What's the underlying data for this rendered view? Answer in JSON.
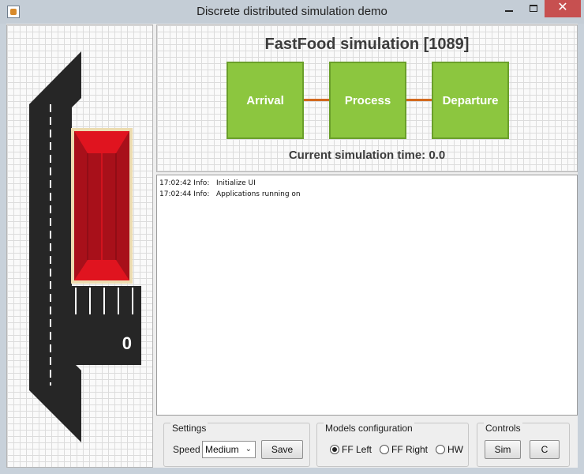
{
  "window": {
    "title": "Discrete distributed simulation demo",
    "minimize_glyph": "",
    "close_glyph": "✕"
  },
  "road": {
    "counter": "0",
    "colors": {
      "asphalt": "#262626",
      "vehicle": "#a8101a",
      "vehicle_highlight": "#e0141f",
      "vehicle_frame": "#ecdcb0"
    }
  },
  "diagram": {
    "title": "FastFood simulation [1089]",
    "stages": [
      "Arrival",
      "Process",
      "Departure"
    ],
    "sim_time": "Current simulation time: 0.0",
    "colors": {
      "stage_fill": "#8cc63f",
      "connector": "#d2691e"
    }
  },
  "log": [
    {
      "time": "17:02:42 Info:",
      "message": "Initialize UI"
    },
    {
      "time": "17:02:44 Info:",
      "message": "Applications running on"
    }
  ],
  "settings": {
    "label": "Settings",
    "speed_label": "Speed",
    "speed_value": "Medium",
    "save_label": "Save"
  },
  "models": {
    "label": "Models configuration",
    "options": [
      {
        "label": "FF Left",
        "checked": true
      },
      {
        "label": "FF Right",
        "checked": false
      },
      {
        "label": "HW",
        "checked": false
      }
    ]
  },
  "controls": {
    "label": "Controls",
    "sim_label": "Sim",
    "c_label": "C"
  }
}
